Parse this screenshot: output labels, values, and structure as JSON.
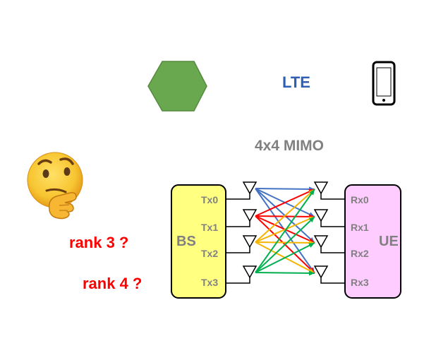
{
  "header": {
    "technology_label": "LTE",
    "mimo_label": "4x4 MIMO"
  },
  "icons": {
    "base_station": "green-hexagon-icon",
    "user_equipment": "smartphone-icon",
    "thinking": "thinking-face-emoji",
    "antenna": "antenna-icon"
  },
  "questions": {
    "rank3": "rank 3 ?",
    "rank4": "rank 4 ?"
  },
  "base_station": {
    "label": "BS",
    "ports": [
      "Tx0",
      "Tx1",
      "Tx2",
      "Tx3"
    ]
  },
  "user_equipment": {
    "label": "UE",
    "ports": [
      "Rx0",
      "Rx1",
      "Rx2",
      "Rx3"
    ]
  },
  "colors": {
    "lte_text": "#2f5fb3",
    "mimo_text": "#808080",
    "question_text": "#ff0000",
    "bs_fill": "#ffff80",
    "ue_fill": "#ffccff",
    "hexagon_fill": "#6aa84f",
    "path_colors": [
      "#4472c4",
      "#ff0000",
      "#f4b400",
      "#00b050"
    ]
  }
}
